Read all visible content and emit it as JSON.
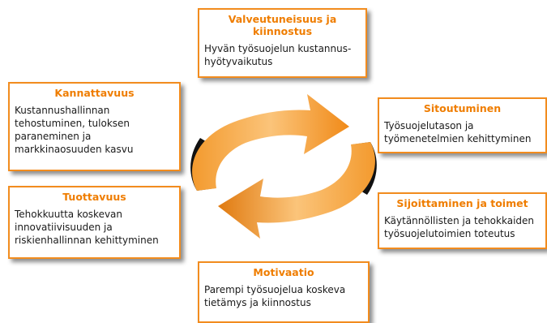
{
  "cards": {
    "top": {
      "title": "Valveutuneisuus ja kiinnostus",
      "description": "Hyvän työsuojelun kustannus-hyötyvaikutus"
    },
    "left1": {
      "title": "Kannattavuus",
      "description": "Kustannushallinnan tehostuminen, tuloksen paraneminen ja markkinaosuuden kasvu"
    },
    "left2": {
      "title": "Tuottavuus",
      "description": "Tehokkuutta koskevan innovatiivisuuden ja riskienhallinnan kehittyminen"
    },
    "right1": {
      "title": "Sitoutuminen",
      "description": "Työsuojelutason ja työmenetelmien kehittyminen"
    },
    "right2": {
      "title": "Sijoittaminen ja toimet",
      "description": "Käytännöllisten ja tehokkaiden työsuojelutoimien toteutus"
    },
    "bottom": {
      "title": "Motivaatio",
      "description": "Parempi työsuojelua koskeva tietämys ja kiinnostus"
    }
  },
  "colors": {
    "accent": "#ef7d00",
    "border": "#f28c1e",
    "arrow_light": "#f9b35a",
    "arrow_dark": "#e07000"
  },
  "icons": {
    "cycle": "circular-arrows-icon"
  }
}
